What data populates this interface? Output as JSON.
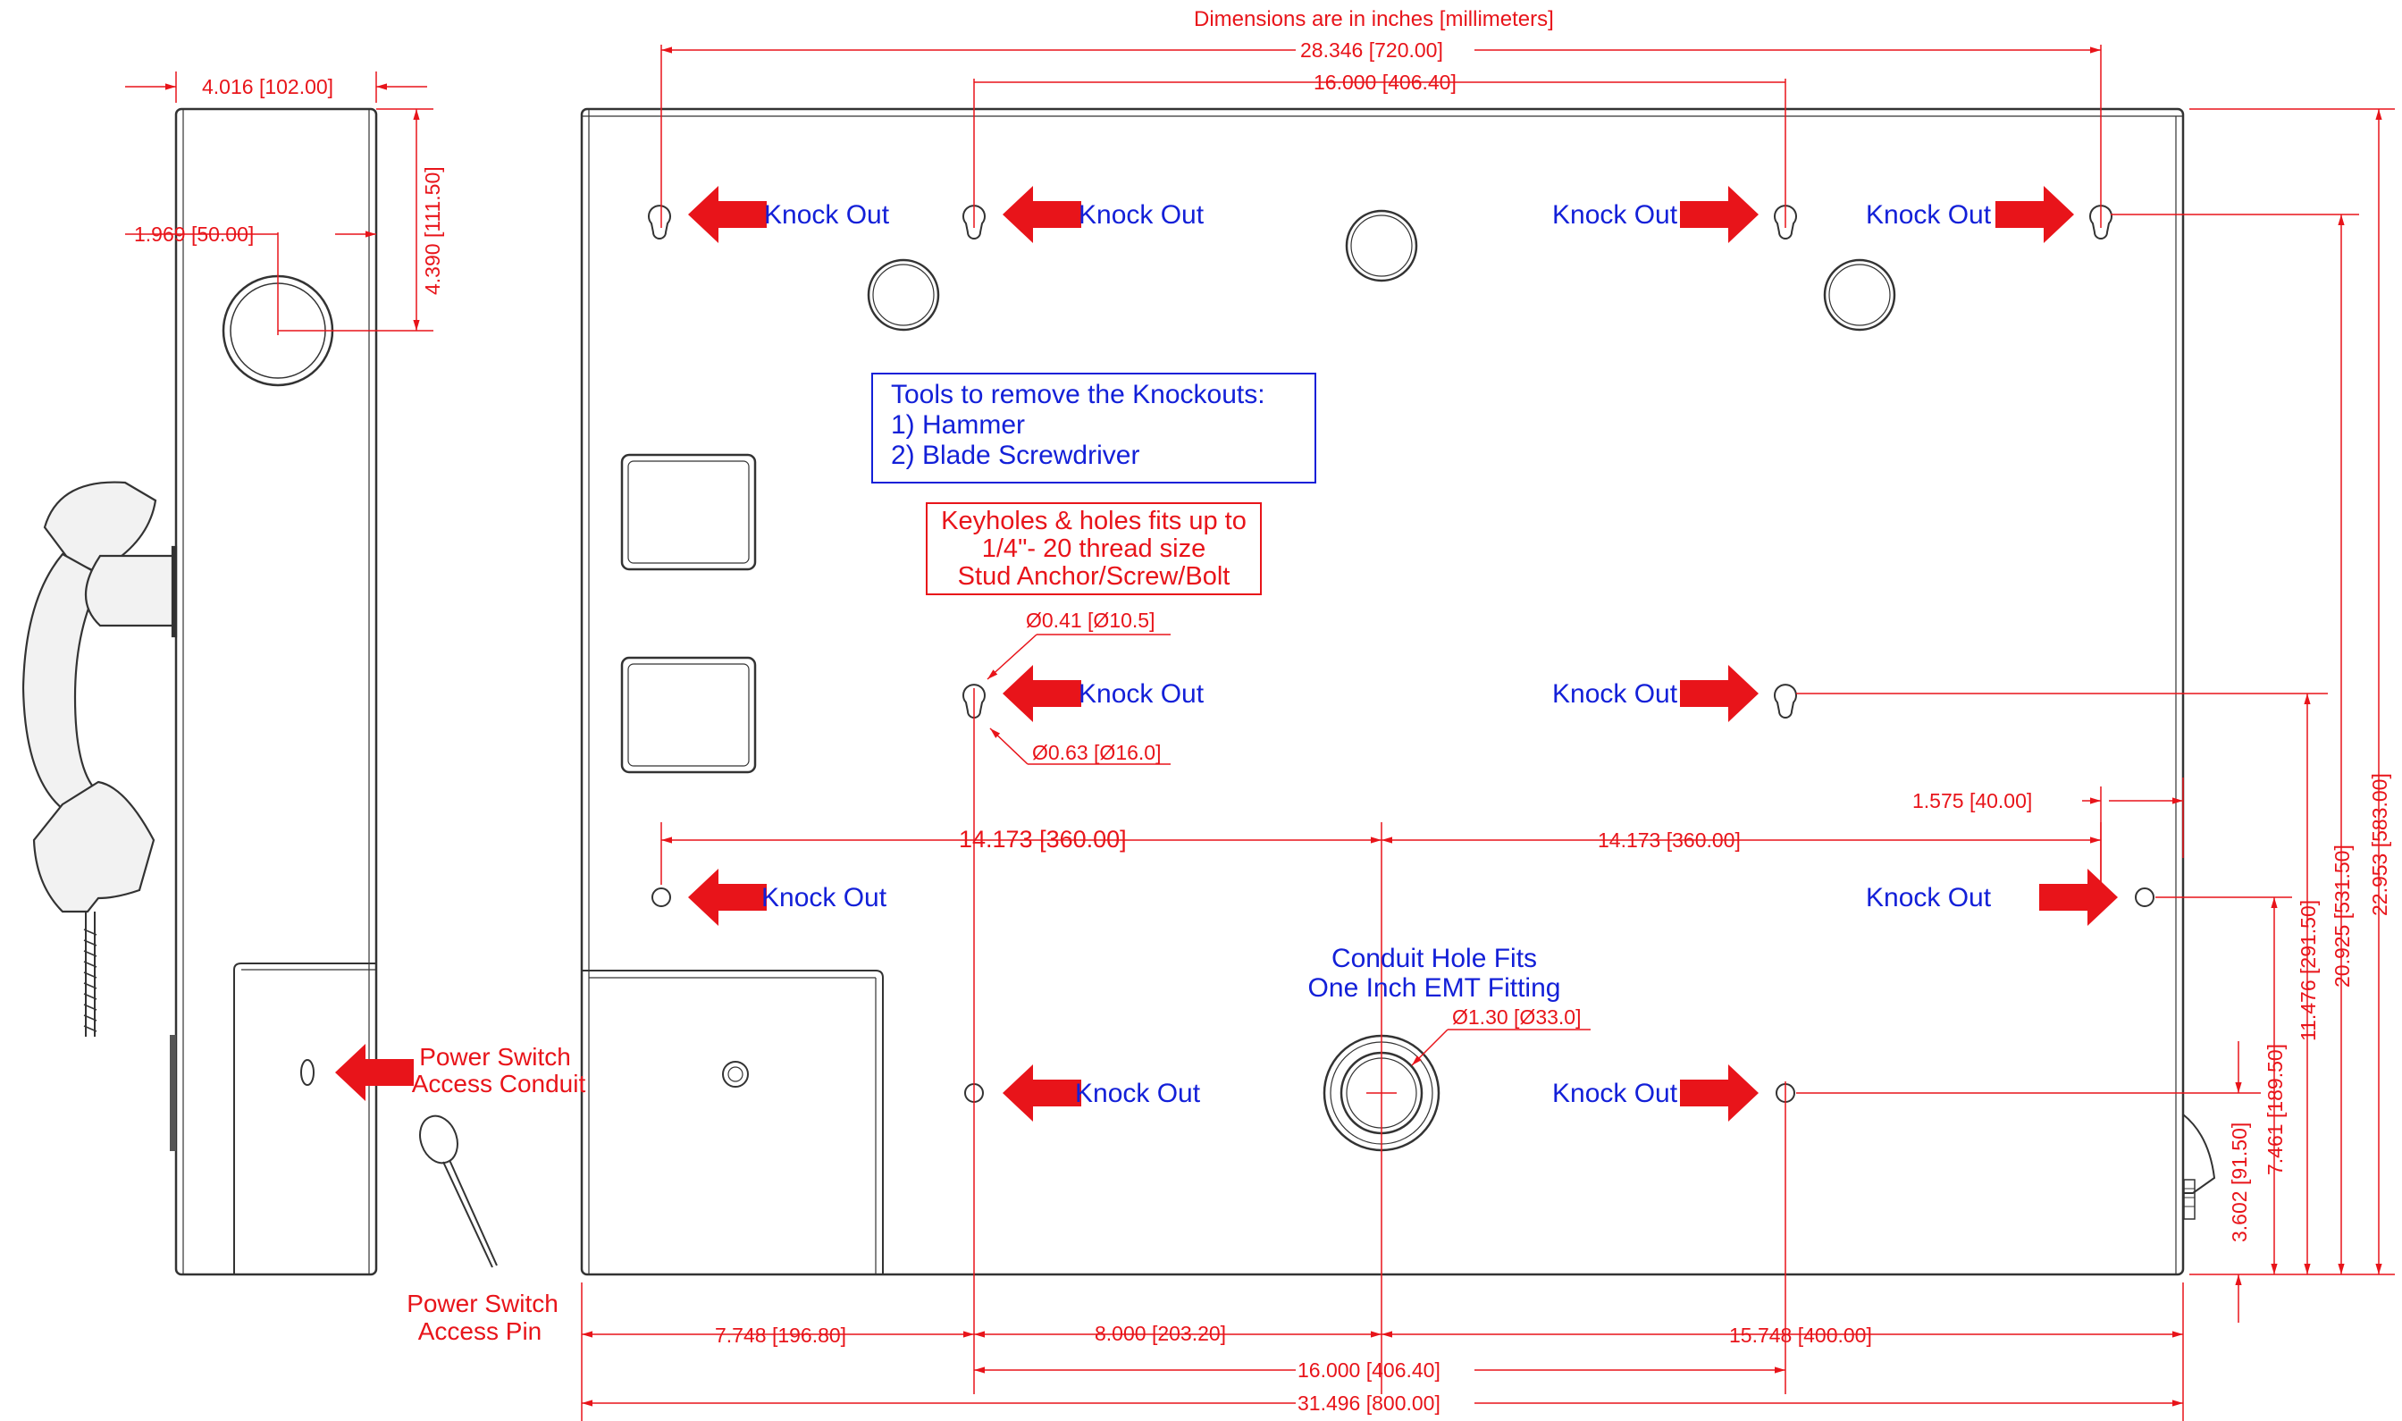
{
  "header_note": "Dimensions are in inches [millimeters]",
  "tools_box": {
    "title": "Tools to remove the Knockouts:",
    "items": [
      "1) Hammer",
      "2) Blade Screwdriver"
    ]
  },
  "thread_note": {
    "lines": [
      "Keyholes & holes fits up to",
      "1/4\"- 20 thread size",
      "Stud Anchor/Screw/Bolt"
    ]
  },
  "knockout_label": "Knock Out",
  "conduit_note": {
    "lines": [
      "Conduit Hole Fits",
      "One Inch EMT Fitting"
    ],
    "diameter": "Ø1.30 [Ø33.0]"
  },
  "keyhole_dims": {
    "small": "Ø0.41 [Ø10.5]",
    "large": "Ø0.63 [Ø16.0]"
  },
  "power_switch": {
    "conduit_lines": [
      "Power Switch",
      "Access Conduit"
    ],
    "pin_lines": [
      "Power Switch",
      "Access Pin"
    ]
  },
  "dimensions": {
    "side_width": "4.016 [102.00]",
    "side_hole_offset": "1.969 [50.00]",
    "side_hole_height": "4.390 [111.50]",
    "overall_keyhole_span": "28.346 [720.00]",
    "inner_keyhole_span": "16.000 [406.40]",
    "left_half_span": "14.173 [360.00]",
    "right_half_span": "14.173 [360.00]",
    "right_edge_offset": "1.575 [40.00]",
    "bottom_left": "7.748 [196.80]",
    "bottom_mid": "8.000 [203.20]",
    "bottom_right": "15.748 [400.00]",
    "bottom_inner": "16.000 [406.40]",
    "bottom_overall": "31.496 [800.00]",
    "v_3602": "3.602 [91.50]",
    "v_7461": "7.461 [189.50]",
    "v_11476": "11.476 [291.50]",
    "v_20925": "20.925 [531.50]",
    "v_22953": "22.953 [583.00]"
  },
  "colors": {
    "dimension_red": "#e8141a",
    "note_blue": "#1320d8",
    "outline": "#333333"
  }
}
